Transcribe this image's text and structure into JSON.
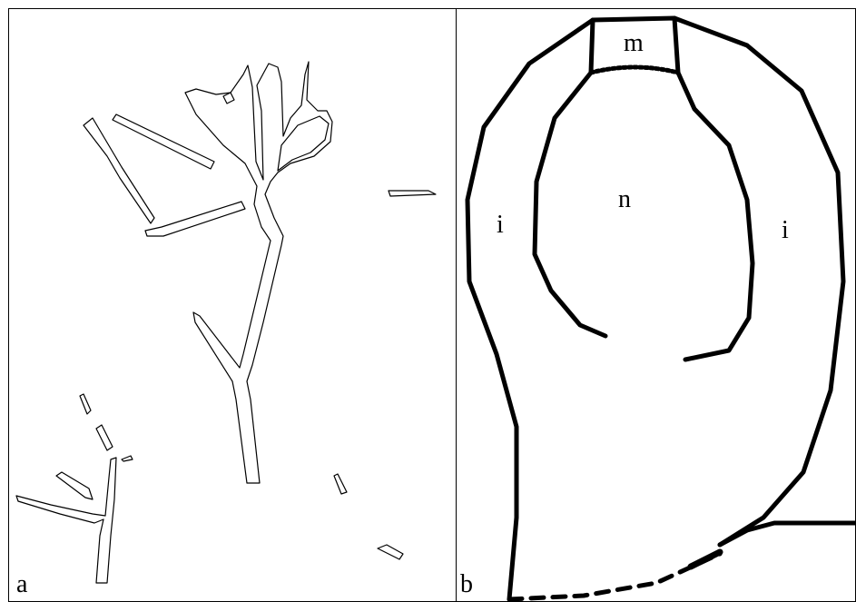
{
  "panels": [
    {
      "id": "a",
      "letter": "a"
    },
    {
      "id": "b",
      "letter": "b"
    }
  ],
  "regions": {
    "m": "m",
    "n": "n",
    "i_left": "i",
    "i_right": "i"
  },
  "colors": {
    "ink": "#000000",
    "background": "#ffffff"
  }
}
